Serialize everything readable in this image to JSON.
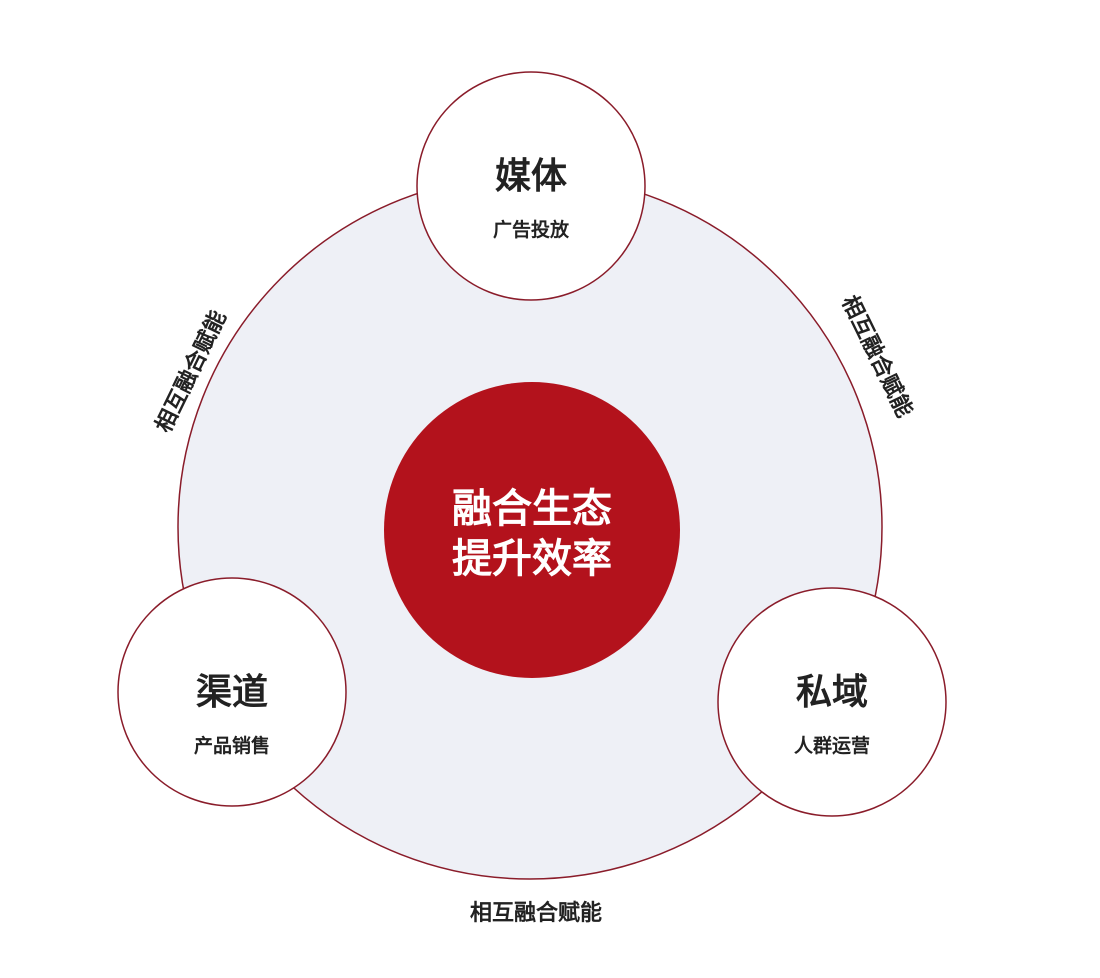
{
  "center": {
    "line1": "融合生态",
    "line2": "提升效率"
  },
  "nodes": [
    {
      "title": "媒体",
      "subtitle": "广告投放"
    },
    {
      "title": "渠道",
      "subtitle": "产品销售"
    },
    {
      "title": "私域",
      "subtitle": "人群运营"
    }
  ],
  "edge_labels": {
    "left": "相互融合赋能",
    "right": "相互融合赋能",
    "bottom": "相互融合赋能"
  },
  "colors": {
    "accent": "#b3121c",
    "ring_fill": "#eef0f6",
    "stroke": "#8a1c2a",
    "text": "#222222"
  }
}
